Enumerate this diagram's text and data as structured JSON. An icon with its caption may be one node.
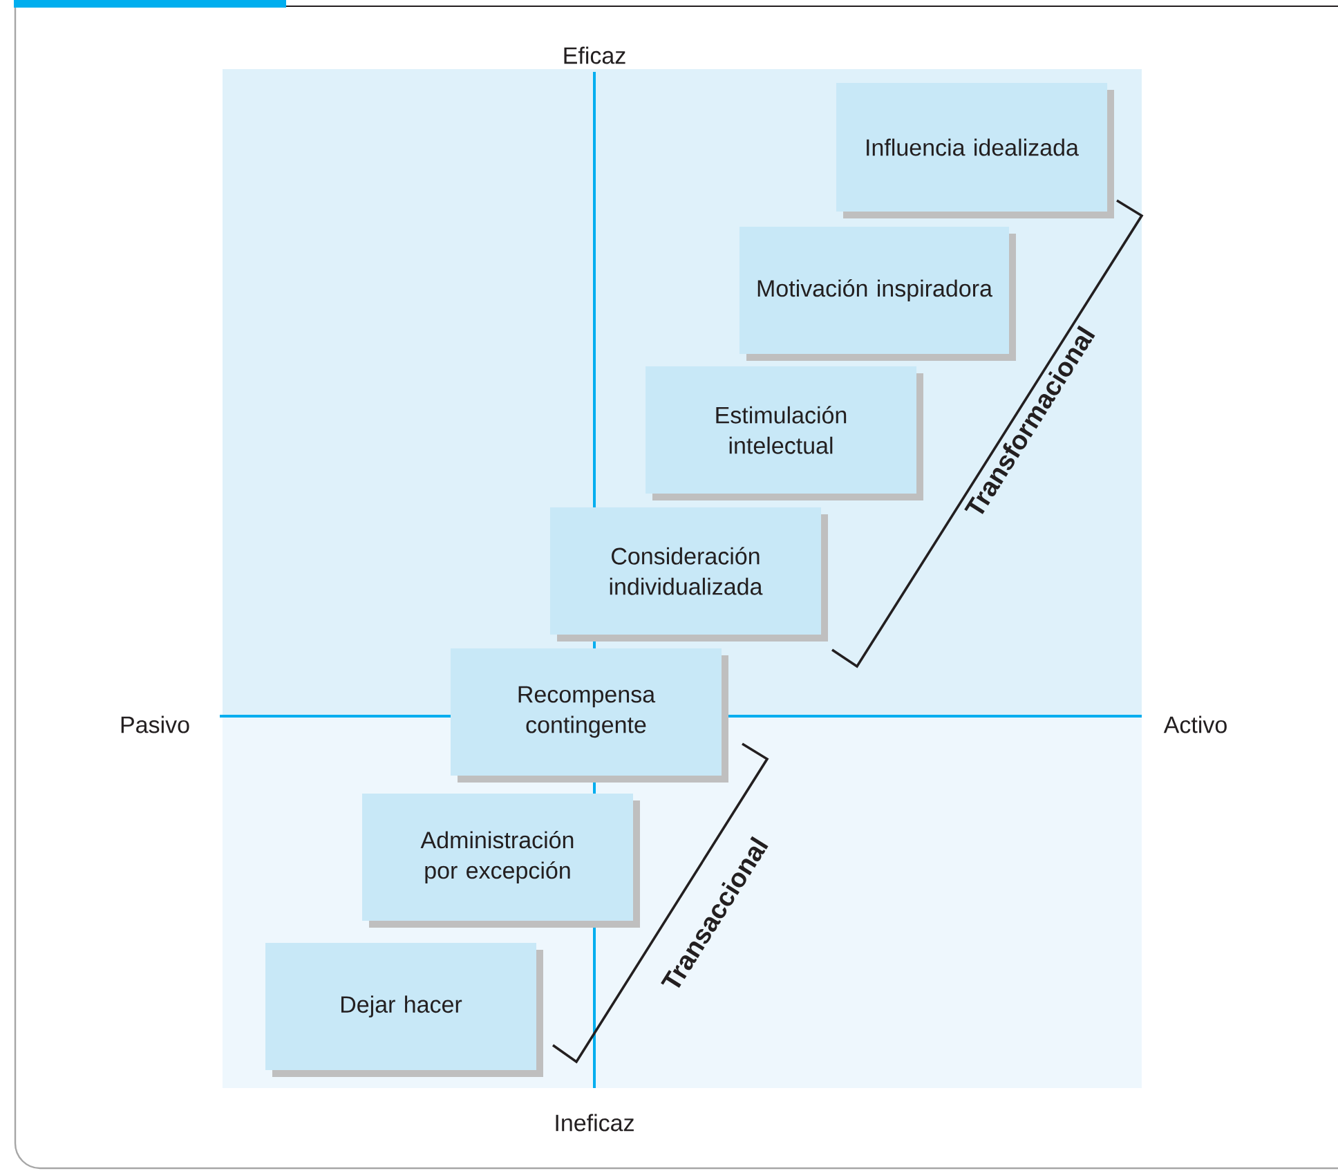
{
  "diagram": {
    "nodes": [
      {
        "text": [
          "Influencia idealizada"
        ]
      },
      {
        "text": [
          "Motivación inspiradora"
        ]
      },
      {
        "text": [
          "Estimulación intelectual"
        ]
      },
      {
        "text": [
          "Consideración individualizada"
        ]
      },
      {
        "text": [
          "Recompensa contingente"
        ]
      },
      {
        "text": [
          "Administración por excepción"
        ]
      },
      {
        "text": [
          "Dejar hacer"
        ]
      }
    ],
    "labels": [
      "Eficaz",
      "Pasivo",
      "Activo",
      "Ineficaz",
      "Transformacional",
      "Transaccional"
    ]
  }
}
